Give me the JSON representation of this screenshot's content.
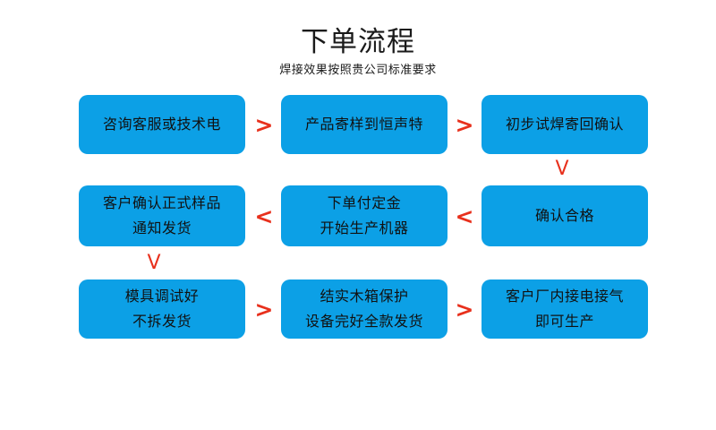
{
  "header": {
    "title": "下单流程",
    "subtitle": "焊接效果按照贵公司标准要求"
  },
  "colors": {
    "box_fill": "#0CA0E6",
    "arrow": "#E8301C",
    "text": "#111111",
    "background": "#FFFFFF"
  },
  "flow": {
    "rows": [
      {
        "id": "row-1",
        "boxes": [
          {
            "lines": [
              "咨询客服或技术电"
            ]
          },
          {
            "lines": [
              "产品寄样到恒声特"
            ]
          },
          {
            "lines": [
              "初步试焊寄回确认"
            ]
          }
        ],
        "connectors": [
          ">",
          ">"
        ]
      },
      {
        "id": "row-2",
        "boxes": [
          {
            "lines": [
              "客户确认正式样品",
              "通知发货"
            ]
          },
          {
            "lines": [
              "下单付定金",
              "开始生产机器"
            ]
          },
          {
            "lines": [
              "确认合格"
            ]
          }
        ],
        "connectors": [
          "<",
          "<"
        ]
      },
      {
        "id": "row-3",
        "boxes": [
          {
            "lines": [
              "模具调试好",
              "不拆发货"
            ]
          },
          {
            "lines": [
              "结实木箱保护",
              "设备完好全款发货"
            ]
          },
          {
            "lines": [
              "客户厂内接电接气",
              "即可生产"
            ]
          }
        ],
        "connectors": [
          ">",
          ">"
        ]
      }
    ],
    "vertical_connectors": [
      {
        "id": "row1-col2-to-row2-col2",
        "glyph": "V"
      },
      {
        "id": "row2-col0-to-row3-col0",
        "glyph": "V"
      }
    ]
  }
}
